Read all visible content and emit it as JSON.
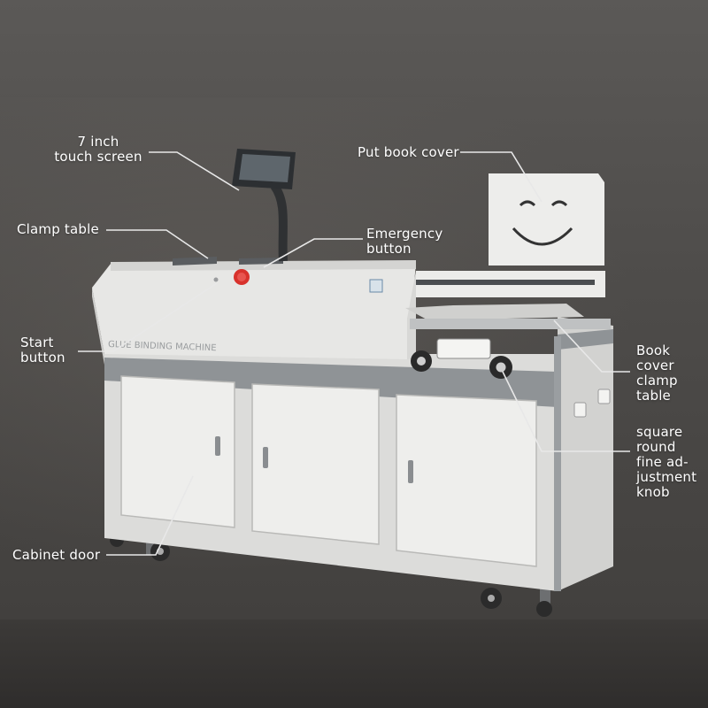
{
  "labels": {
    "touch_screen": "7 inch\ntouch screen",
    "put_book_cover": "Put book cover",
    "clamp_table": "Clamp table",
    "emergency_button": "Emergency\nbutton",
    "start_button": "Start\nbutton",
    "book_cover_clamp_table": "Book\ncover\nclamp\ntable",
    "adjustment_knob": "square\nround\nfine ad-\njustment\nknob",
    "cabinet_door": "Cabinet door"
  },
  "machine": {
    "panel_text": "GLUE BINDING MACHINE"
  },
  "colors": {
    "label_text": "#ffffff",
    "leader_line": "#e8e8e8",
    "machine_body": "#e9e9e7",
    "machine_trim": "#8e9295",
    "emergency_button": "#d8322c",
    "screen": "#3a3f44"
  }
}
